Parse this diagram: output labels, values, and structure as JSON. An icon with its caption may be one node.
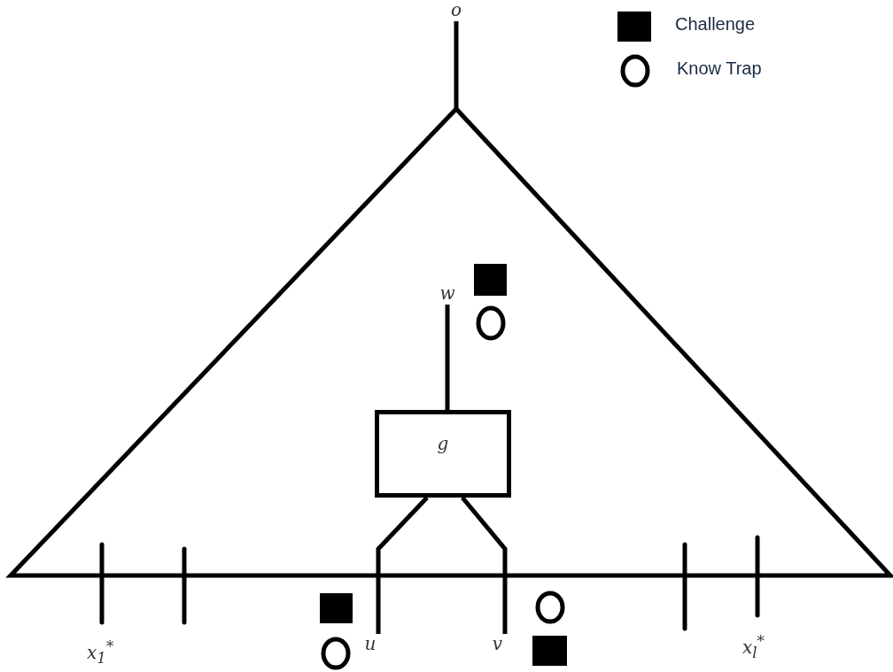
{
  "diagram": {
    "nodes": [
      {
        "text": [],
        "shape": "triangle"
      },
      {
        "text": [
          "o"
        ]
      },
      {
        "text": [
          "w"
        ],
        "in": 0
      },
      {
        "text": [
          "g"
        ],
        "in": 0
      },
      {
        "text": [
          "u"
        ]
      },
      {
        "text": [
          "v"
        ]
      }
    ],
    "edges": [
      {
        "from": 1,
        "to": 0,
        "arrow": "none"
      },
      {
        "from": 3,
        "to": 2,
        "arrow": "none"
      },
      {
        "from": 4,
        "to": 3,
        "arrow": "none"
      },
      {
        "from": 5,
        "to": 3,
        "arrow": "none"
      }
    ],
    "labels": [
      "x$_{1}$$^{*}$",
      "x$_{l}$$^{*}$"
    ],
    "legend": [
      {
        "text": "Challenge"
      },
      {
        "text": "Know Trap"
      }
    ]
  }
}
